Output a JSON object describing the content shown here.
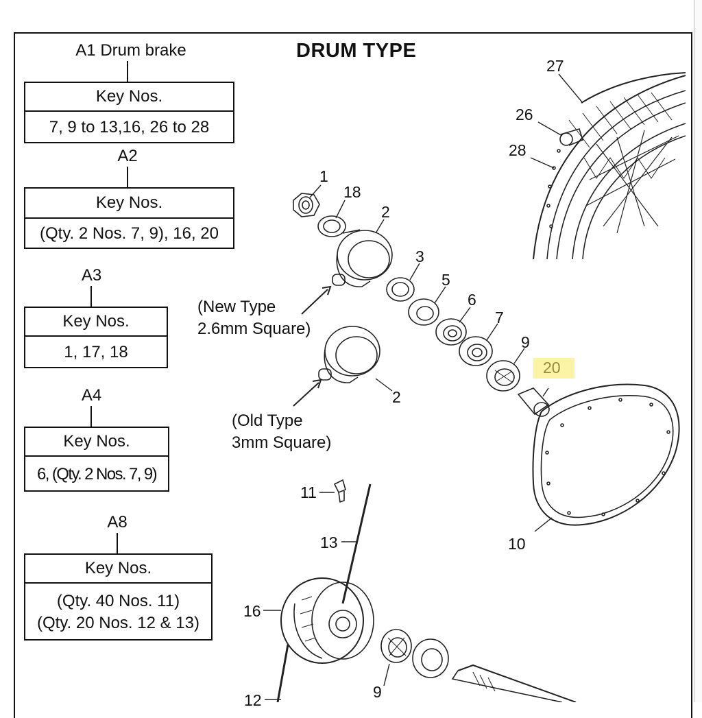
{
  "title": "DRUM TYPE",
  "groups": [
    {
      "label": "A1 Drum brake",
      "header": "Key Nos.",
      "lines": [
        "7, 9 to 13,16, 26 to 28"
      ]
    },
    {
      "label": "A2",
      "header": "Key Nos.",
      "lines": [
        "(Qty. 2 Nos. 7, 9), 16, 20"
      ]
    },
    {
      "label": "A3",
      "header": "Key Nos.",
      "lines": [
        "1, 17, 18"
      ]
    },
    {
      "label": "A4",
      "header": "Key Nos.",
      "lines": [
        "6, (Qty. 2 Nos. 7, 9)"
      ]
    },
    {
      "label": "A8",
      "header": "Key Nos.",
      "lines": [
        "(Qty. 40 Nos. 11)",
        "(Qty. 20 Nos. 12 & 13)"
      ]
    }
  ],
  "notes": {
    "new_type": [
      "(New Type",
      "2.6mm Square)"
    ],
    "old_type": [
      "(Old Type",
      "3mm Square)"
    ]
  },
  "callouts": {
    "c1": "1",
    "c18": "18",
    "c2a": "2",
    "c3": "3",
    "c5": "5",
    "c6": "6",
    "c7": "7",
    "c9a": "9",
    "c20": "20",
    "c2b": "2",
    "c27": "27",
    "c26": "26",
    "c28": "28",
    "c11": "11",
    "c13": "13",
    "c10": "10",
    "c16": "16",
    "c9b": "9",
    "c12": "12"
  },
  "highlight_color": "#fbf3a6"
}
